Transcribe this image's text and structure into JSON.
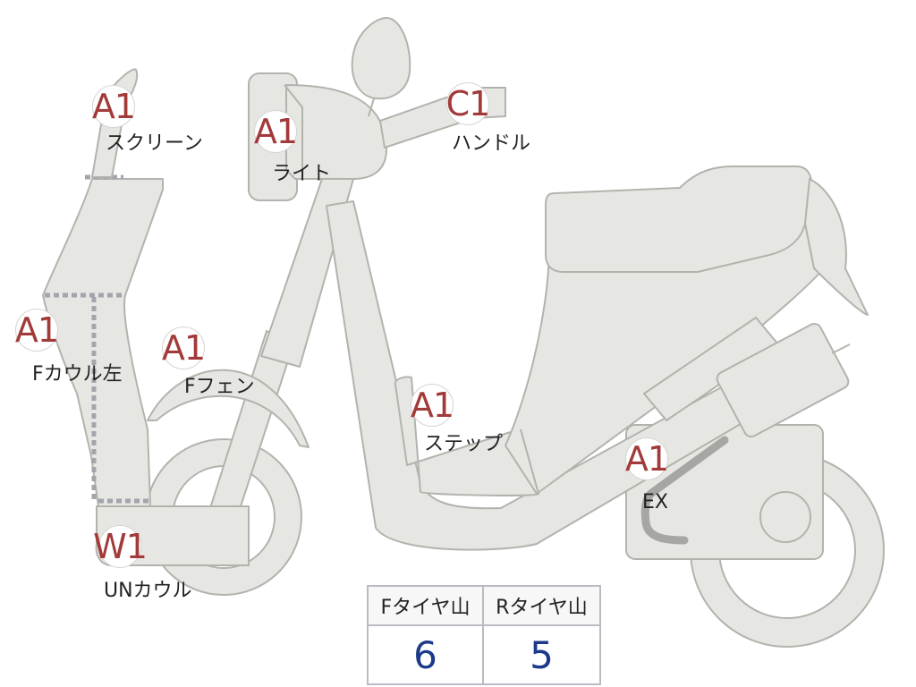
{
  "diagram": {
    "markers": [
      {
        "id": "screen",
        "grade": "A1",
        "label": "スクリーン"
      },
      {
        "id": "light",
        "grade": "A1",
        "label": "ライト"
      },
      {
        "id": "handle",
        "grade": "C1",
        "label": "ハンドル"
      },
      {
        "id": "f-cowl-left",
        "grade": "A1",
        "label": "Fカウル左"
      },
      {
        "id": "f-fender",
        "grade": "A1",
        "label": "Fフェン"
      },
      {
        "id": "step",
        "grade": "A1",
        "label": "ステップ"
      },
      {
        "id": "ex",
        "grade": "A1",
        "label": "EX"
      },
      {
        "id": "un-cowl",
        "grade": "W1",
        "label": "UNカウル"
      }
    ],
    "colors": {
      "body": "#e6e6e3",
      "outline": "#b3b3ae",
      "grade_text": "#a33a3a",
      "tread_value": "#1d3a8a"
    }
  },
  "tread_table": {
    "front_header": "Fタイヤ山",
    "rear_header": "Rタイヤ山",
    "front_value": "6",
    "rear_value": "5"
  }
}
